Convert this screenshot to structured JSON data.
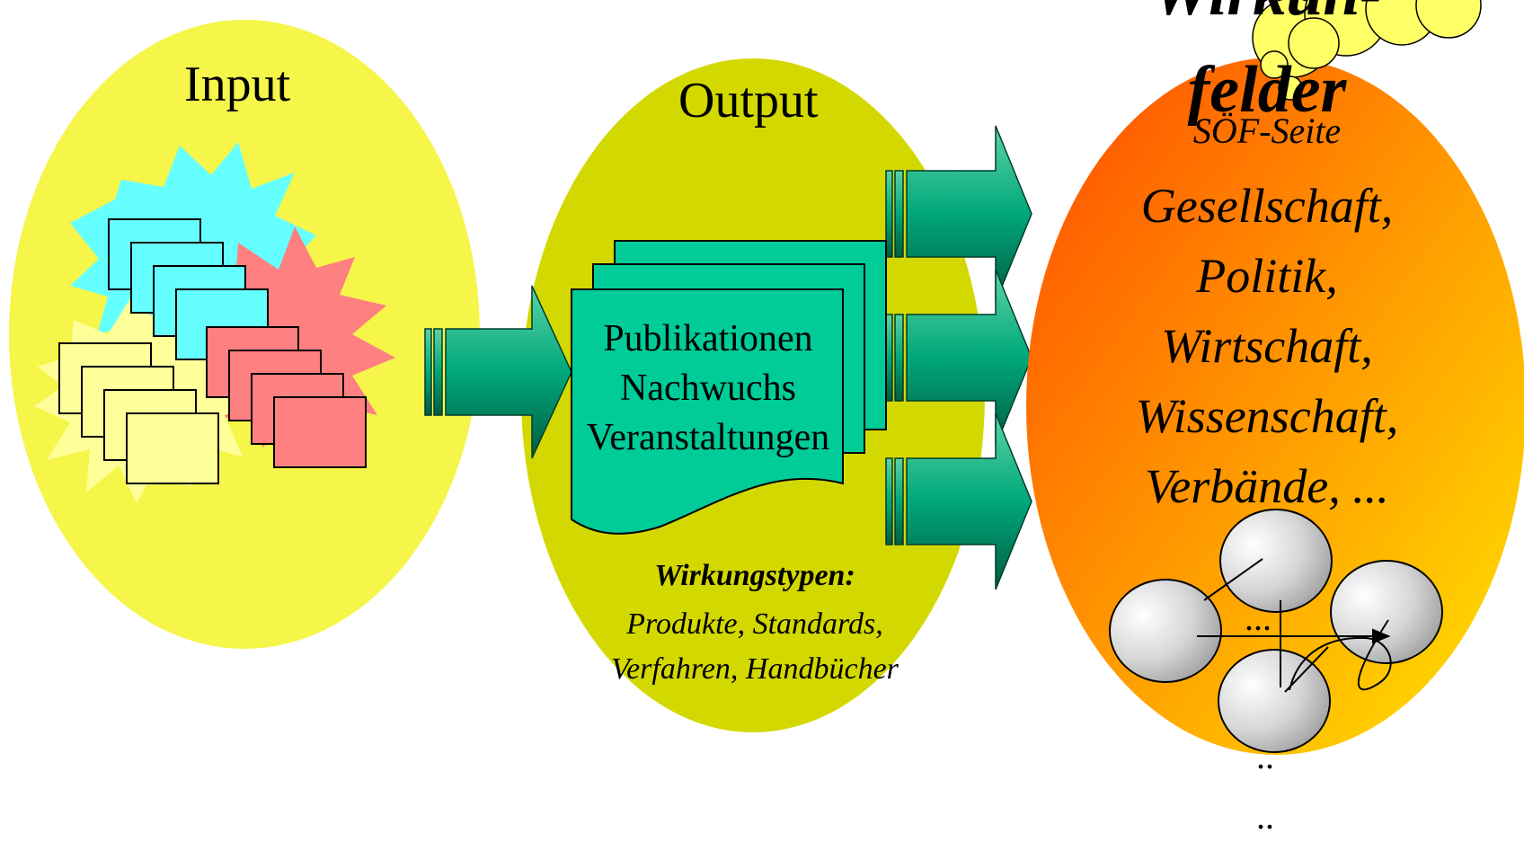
{
  "input": {
    "title": "Input"
  },
  "output": {
    "title": "Output",
    "items": [
      "Publikationen",
      "Nachwuchs",
      "Veranstaltungen"
    ],
    "types_heading": "Wirkungstypen:",
    "types_text": [
      "Produkte, Standards,",
      "Verfahren, Handbücher"
    ]
  },
  "impact": {
    "title_lines": [
      "Wirkun-",
      "felder"
    ],
    "subtitle": "SÖF-Seite",
    "fields": [
      "Gesellschaft,",
      "Politik,",
      "Wirtschaft,",
      "Wissenschaft,",
      "Verbände, ..."
    ],
    "dots_center": "...",
    "dots_below": [
      "..",
      ".."
    ]
  },
  "colors": {
    "input_oval": "#f5f54a",
    "output_oval": "#d3d900",
    "impact_gradient_start": "#ff4a00",
    "impact_gradient_end": "#ffe600",
    "arrow_teal": "#00a87a",
    "document_teal": "#00cc99",
    "burst_cyan": "#66ffff",
    "burst_pink": "#ff8080",
    "burst_yellow": "#ffff99",
    "cloud_yellow": "#ffff66"
  }
}
